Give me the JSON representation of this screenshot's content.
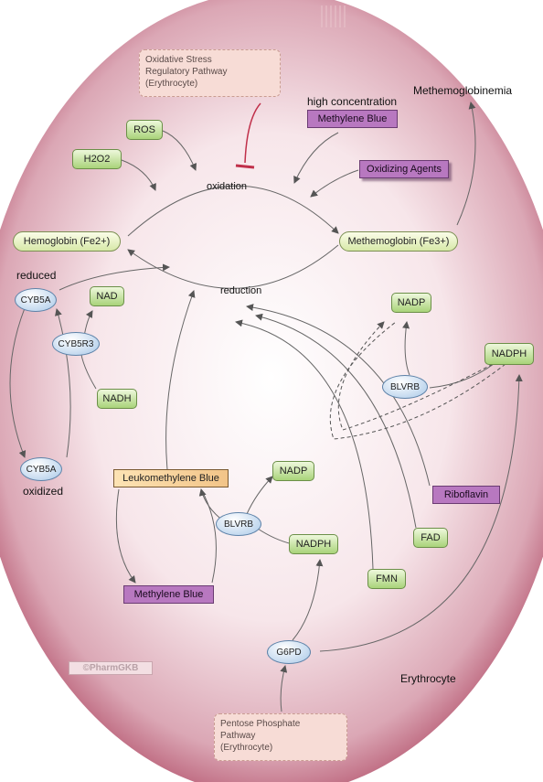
{
  "nodes": {
    "ros": "ROS",
    "h2o2": "H2O2",
    "hemoglobin": "Hemoglobin (Fe2+)",
    "methemoglobin": "Methemoglobin (Fe3+)",
    "methylene_blue_top": "Methylene Blue",
    "oxidizing_agents": "Oxidizing Agents",
    "nad": "NAD",
    "nadh": "NADH",
    "cyb5a_reduced": "CYB5A",
    "cyb5a_oxidized": "CYB5A",
    "cyb5r3": "CYB5R3",
    "nadp_right": "NADP",
    "nadph_right": "NADPH",
    "blvrb_right": "BLVRB",
    "leukomethylene_blue": "Leukomethylene Blue",
    "nadp_mid": "NADP",
    "blvrb_mid": "BLVRB",
    "nadph_mid": "NADPH",
    "methylene_blue_bottom": "Methylene Blue",
    "riboflavin": "Riboflavin",
    "fad": "FAD",
    "fmn": "FMN",
    "g6pd": "G6PD"
  },
  "labels": {
    "high_concentration": "high concentration",
    "methemoglobinemia": "Methemoglobinemia",
    "oxidation": "oxidation",
    "reduction": "reduction",
    "reduced": "reduced",
    "oxidized": "oxidized",
    "erythrocyte": "Erythrocyte"
  },
  "pathways": {
    "oxidative_stress": [
      "Oxidative Stress",
      "Regulatory Pathway",
      "(Erythrocyte)"
    ],
    "pentose_phosphate": [
      "Pentose Phosphate",
      "Pathway",
      "(Erythrocyte)"
    ]
  },
  "logo_text": "©PharmGKB",
  "colors": {
    "cell_edge": "#b2506a",
    "cell_center": "#ffffff",
    "node_green": "#a9d37a",
    "node_purple": "#b878c0",
    "node_blue": "#a9c8e8",
    "node_orange": "#f2c488",
    "inhibit": "#c0304a",
    "arrow": "#666666"
  }
}
